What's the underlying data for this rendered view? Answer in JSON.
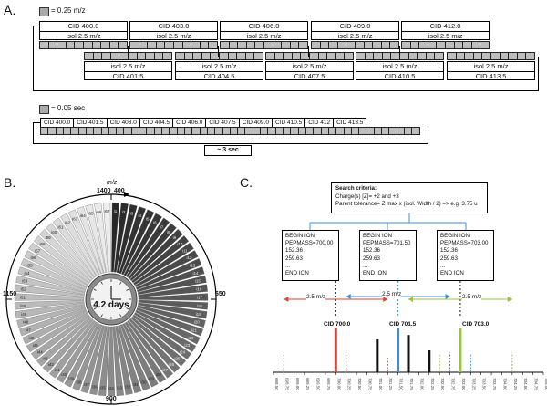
{
  "panels": {
    "a": "A.",
    "b": "B.",
    "c": "C."
  },
  "panel_a": {
    "legend1": "= 0.25 m/z",
    "legend2": "= 0.05 sec",
    "top_row": [
      {
        "cid": "CID 400.0",
        "isol": "isol 2.5 m/z"
      },
      {
        "cid": "CID 403.0",
        "isol": "isol 2.5 m/z"
      },
      {
        "cid": "CID 406.0",
        "isol": "isol 2.5 m/z"
      },
      {
        "cid": "CID 409.0",
        "isol": "isol 2.5 m/z"
      },
      {
        "cid": "CID 412.0",
        "isol": "isol 2.5 m/z"
      }
    ],
    "bottom_row": [
      {
        "isol": "isol 2.5 m/z",
        "cid": "CID 401.5"
      },
      {
        "isol": "isol 2.5 m/z",
        "cid": "CID 404.5"
      },
      {
        "isol": "isol 2.5 m/z",
        "cid": "CID 407.5"
      },
      {
        "isol": "isol 2.5 m/z",
        "cid": "CID 410.5"
      },
      {
        "isol": "isol 2.5 m/z",
        "cid": "CID 413.5"
      }
    ],
    "timeline": [
      "CID 400.0",
      "CID 401.5",
      "CID 403.0",
      "CID 404.5",
      "CID 406.0",
      "CID 407.5",
      "CID 409.0",
      "CID 410.5",
      "CID 412",
      "CID 413.5"
    ],
    "cycle_label": "~ 3 sec"
  },
  "panel_b": {
    "axis_unit": "m/z",
    "top_left": "1400",
    "top_right": "400",
    "right": "650",
    "bottom": "900",
    "left": "1150",
    "center": "4.2 days",
    "clock_icon": "clock-icon",
    "sector_labels": [
      "i1",
      "i2",
      "i3",
      "i4",
      "i5",
      "i6",
      "i7",
      "i8",
      "i9",
      "i10",
      "i11",
      "i12",
      "i13",
      "i14",
      "i15",
      "i16",
      "i17",
      "i18",
      "i19",
      "i20",
      "i21",
      "i22",
      "i23",
      "i24",
      "i25",
      "i26",
      "i27",
      "i28",
      "i29",
      "i30",
      "i31",
      "i32",
      "i33",
      "i34",
      "i35",
      "i36",
      "i37",
      "i38",
      "i39",
      "i40",
      "i41",
      "i42",
      "i43",
      "i44",
      "i45",
      "i46",
      "i47",
      "i48",
      "i49",
      "i50",
      "i51",
      "i52",
      "i53",
      "i54",
      "i55",
      "i56",
      "i57",
      "i58",
      "i59",
      "i60",
      "i61",
      "i62",
      "i63",
      "i64",
      "i65",
      "i66",
      "i67"
    ]
  },
  "panel_c": {
    "criteria": {
      "title": "Search criteria:",
      "line1": "Charge(s) [Z]= +2 and +3",
      "line2": "Parent tolerance= Z max x (isol. Width / 2) => e.g. 3.75 u"
    },
    "ions": [
      {
        "l1": "BEGIN ION",
        "l2": "PEPMASS=700.00",
        "l3": "152.36",
        "l4": "259.63",
        "l5": "...",
        "l6": "END ION"
      },
      {
        "l1": "BEGIN ION",
        "l2": "PEPMASS=701.50",
        "l3": "152.36",
        "l4": "259.63",
        "l5": "...",
        "l6": "END ION"
      },
      {
        "l1": "BEGIN ION",
        "l2": "PEPMASS=703.00",
        "l3": "152.36",
        "l4": "259.63",
        "l5": "...",
        "l6": "END ION"
      }
    ],
    "width_label": "2.5 m/z",
    "cid_labels": [
      "CID 700.0",
      "CID 701.5",
      "CID 703.0"
    ],
    "colors": {
      "red": "#d9443a",
      "blue": "#3e8fd6",
      "green": "#9cc13b"
    },
    "ticks": [
      "698.50",
      "698.75",
      "699.00",
      "699.25",
      "699.50",
      "699.75",
      "700.00",
      "700.25",
      "700.50",
      "700.75",
      "701.00",
      "701.25",
      "701.50",
      "701.75",
      "702.00",
      "702.25",
      "702.50",
      "702.75",
      "703.00",
      "703.25",
      "703.50",
      "703.75",
      "704.00",
      "704.25",
      "704.50",
      "704.75",
      "705.00"
    ],
    "peaks": [
      {
        "mz": 698.75,
        "h": 0.45,
        "color": "#d9443a",
        "dashed": true
      },
      {
        "mz": 700.0,
        "h": 1.0,
        "color": "#d9443a",
        "dashed": false
      },
      {
        "mz": 700.25,
        "h": 0.45,
        "color": "#d9443a",
        "dashed": true
      },
      {
        "mz": 701.0,
        "h": 0.75,
        "color": "#111111",
        "dashed": false
      },
      {
        "mz": 701.25,
        "h": 0.35,
        "color": "#d9443a",
        "dashed": true
      },
      {
        "mz": 701.5,
        "h": 1.0,
        "color": "#3e8fd6",
        "dashed": false
      },
      {
        "mz": 701.75,
        "h": 0.85,
        "color": "#111111",
        "dashed": false
      },
      {
        "mz": 702.25,
        "h": 0.5,
        "color": "#111111",
        "dashed": false
      },
      {
        "mz": 702.5,
        "h": 0.4,
        "color": "#9cc13b",
        "dashed": true
      },
      {
        "mz": 702.75,
        "h": 0.45,
        "color": "#3e8fd6",
        "dashed": true
      },
      {
        "mz": 703.0,
        "h": 1.0,
        "color": "#9cc13b",
        "dashed": false
      },
      {
        "mz": 703.25,
        "h": 0.4,
        "color": "#3e8fd6",
        "dashed": true
      },
      {
        "mz": 704.25,
        "h": 0.45,
        "color": "#9cc13b",
        "dashed": true
      }
    ]
  }
}
